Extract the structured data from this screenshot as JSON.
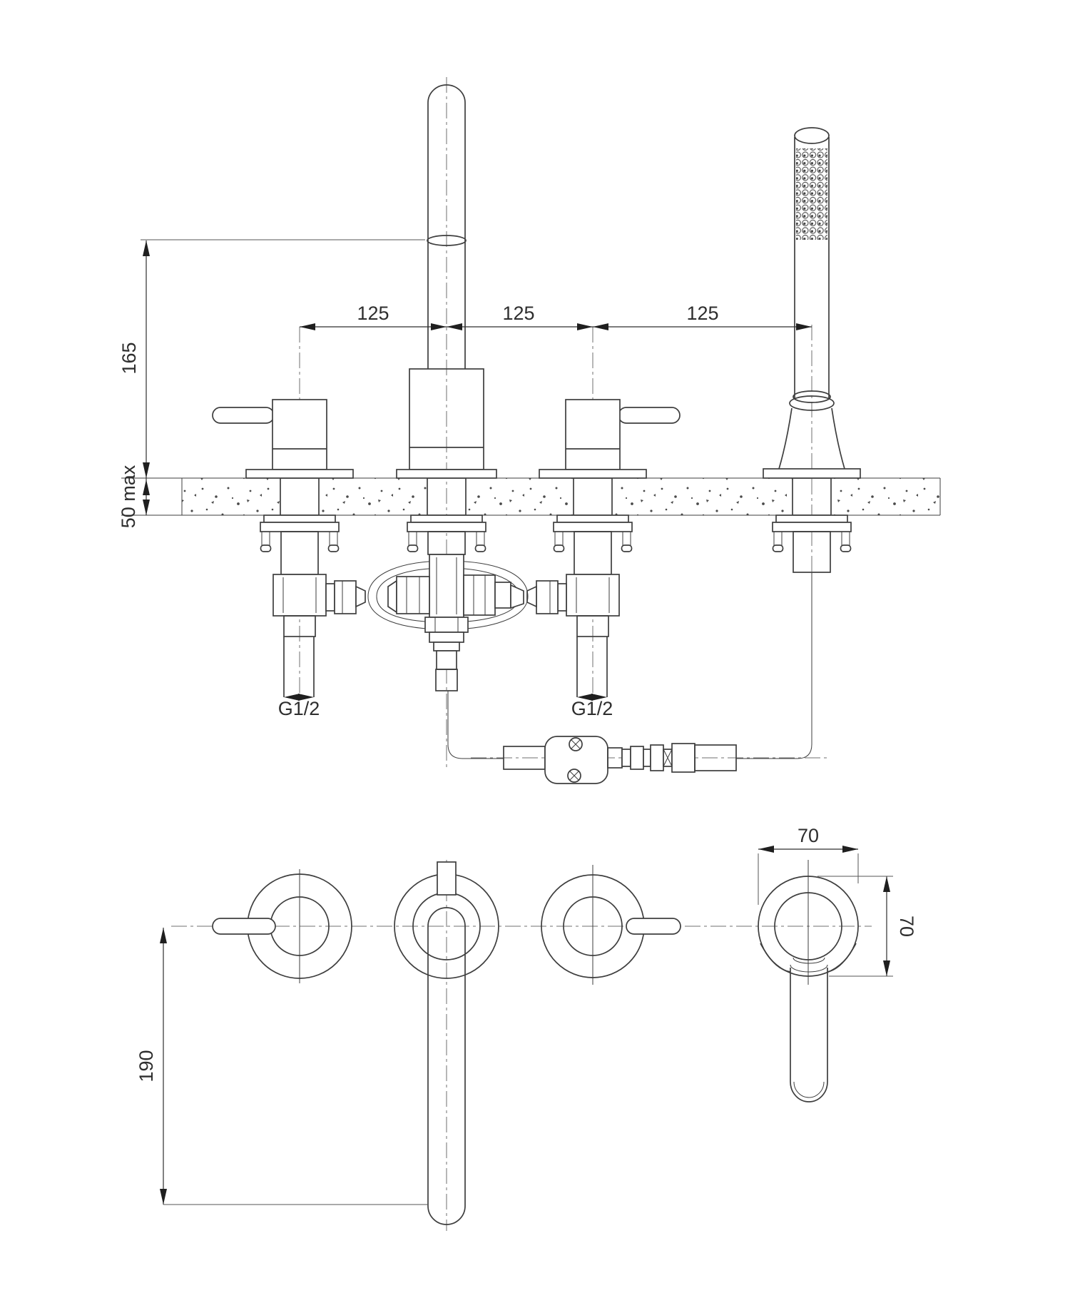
{
  "front_view": {
    "height_to_spout_outlet": "165",
    "deck_thickness": "50 max",
    "hole_spacing_left": "125",
    "hole_spacing_middle": "125",
    "hole_spacing_right": "125",
    "inlet_thread_left": "G1/2",
    "inlet_thread_right": "G1/2"
  },
  "plan_view": {
    "escutcheon_width": "70",
    "escutcheon_height": "70",
    "spout_projection": "190"
  },
  "colors": {
    "line": "#3e3e3e",
    "dimension": "#2e2e2e",
    "background": "#ffffff"
  }
}
